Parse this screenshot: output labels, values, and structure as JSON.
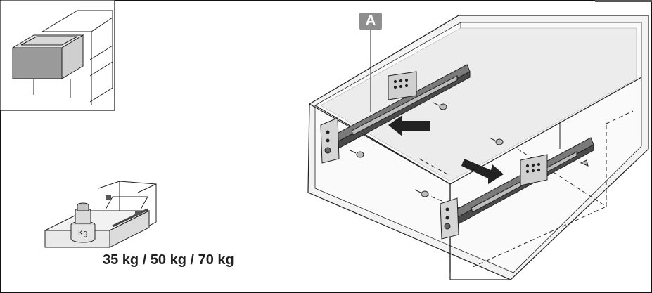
{
  "callout_label": "A",
  "weight_capacity": "35 kg / 50 kg / 70 kg",
  "weight_symbol": "Kg",
  "colors": {
    "outline": "#222222",
    "box_fill": "#f3f3f3",
    "callout_bg": "#8e8e8e",
    "drawer_front": "#9a9a9a",
    "rail_dark": "#4a4a4a"
  }
}
